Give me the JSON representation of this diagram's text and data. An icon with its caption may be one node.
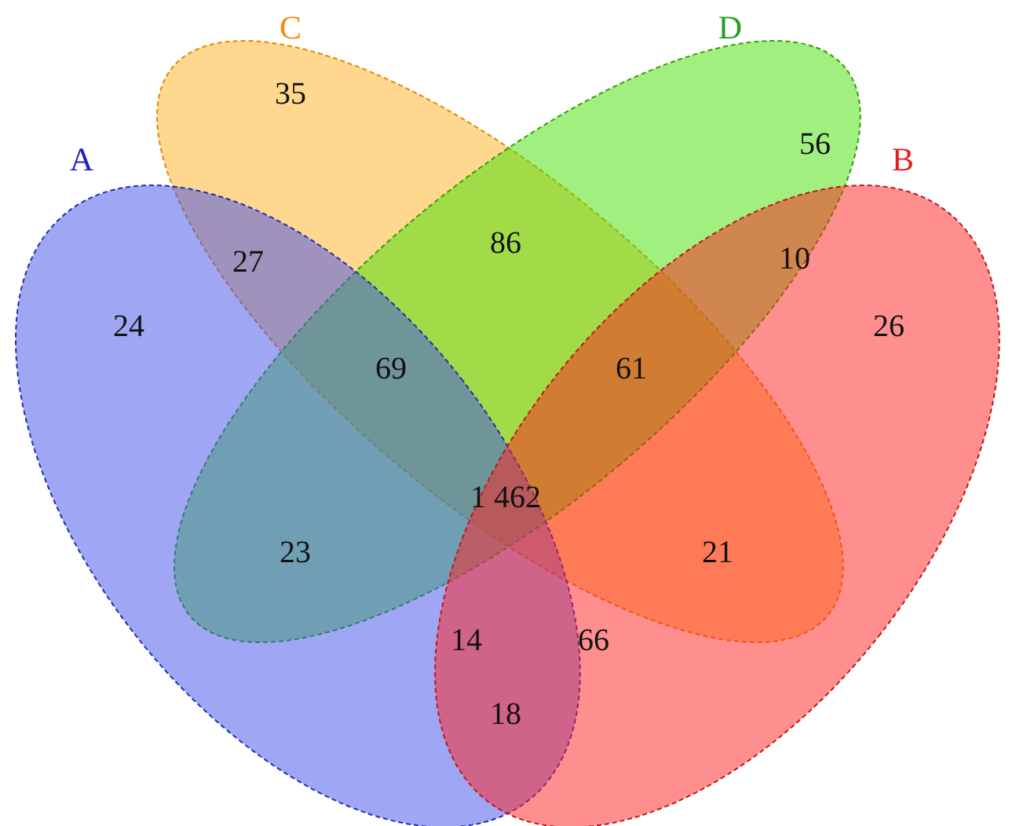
{
  "diagram": {
    "nodes": [
      {
        "text": [
          "C"
        ]
      },
      {
        "text": [
          "D"
        ]
      },
      {
        "text": [
          "A"
        ]
      },
      {
        "text": [
          "B"
        ]
      }
    ],
    "labels": [
      "35",
      "56",
      "86",
      "27",
      "10",
      "24",
      "69",
      "61",
      "26",
      "1 462",
      "23",
      "21",
      "14",
      "66",
      "18"
    ]
  }
}
